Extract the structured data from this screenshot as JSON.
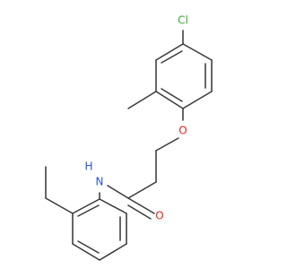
{
  "structure": {
    "atom_labels": {
      "chloro": "Cl",
      "ether_oxygen": "O",
      "carbonyl_oxygen": "O",
      "amide_nitrogen": "N",
      "amide_hydrogen": "H"
    },
    "colors": {
      "bond": "#3a3a3a",
      "carbon": "#3a3a3a",
      "chlorine": "#3daa35",
      "oxygen": "#e5251c",
      "nitrogen": "#2b54d9"
    }
  }
}
